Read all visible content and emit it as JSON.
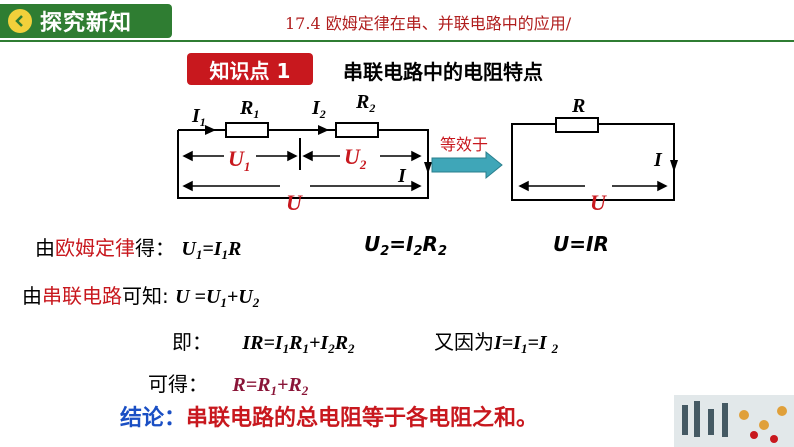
{
  "header": {
    "label": "探究新知"
  },
  "subtitle": "17.4  欧姆定律在串、并联电路中的应用/",
  "kp": {
    "badge": "知识点 1",
    "title": "串联电路中的电阻特点"
  },
  "circuit": {
    "left": {
      "I1": "I",
      "I1_sub": "1",
      "R1": "R",
      "R1_sub": "1",
      "I2": "I",
      "I2_sub": "2",
      "R2": "R",
      "R2_sub": "2",
      "U1": "U",
      "U1_sub": "1",
      "U2": "U",
      "U2_sub": "2",
      "I": "I",
      "U": "U"
    },
    "equiv": "等效于",
    "right": {
      "R": "R",
      "I": "I",
      "U": "U"
    }
  },
  "line1": {
    "prefix": "由",
    "red": "欧姆定律",
    "suffix": "得：",
    "f1": "U",
    "f1s": "1",
    "f1b": "=I",
    "f1bs": "1",
    "f1c": "R",
    "f2": "U",
    "f2s": "2",
    "f2b": "=I",
    "f2bs": "2",
    "f2c": "R",
    "f2cs": "2",
    "f3": "U=IR"
  },
  "line2": {
    "prefix": "由",
    "red": "串联电路",
    "suffix": "可知:",
    "a": "U =U",
    "as": "1",
    "b": "+U",
    "bs": "2"
  },
  "line3": {
    "label": "即：",
    "a": "IR=I",
    "as": "1",
    "b": "R",
    "bs": "1",
    "c": "+I",
    "cs": "2",
    "d": "R",
    "ds": "2",
    "text": "又因为",
    "e": "I=I",
    "es": "1",
    "f": "=I ",
    "fs": "2"
  },
  "line4": {
    "label": "可得：",
    "a": "R=R",
    "as": "1",
    "b": "+R",
    "bs": "2"
  },
  "conclusion": {
    "label": "结论：",
    "text": "串联电路的总电阻等于各电阻之和。"
  }
}
